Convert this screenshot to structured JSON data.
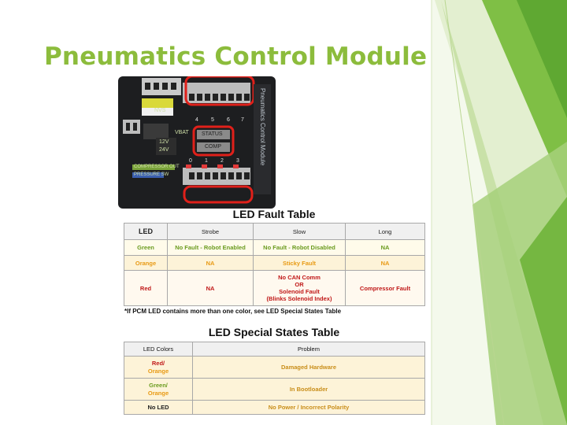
{
  "slide": {
    "title": "Pneumatics Control Module"
  },
  "pcm_photo": {
    "side_label": "Pneumatics Control Module",
    "labels": [
      "VBAT",
      "12V",
      "24V",
      "STATUS",
      "COMP",
      "COMPRESSOR OUT",
      "PRESSURE SW",
      "NVS",
      "0",
      "1",
      "2",
      "3",
      "4",
      "5",
      "6",
      "7"
    ]
  },
  "fault_table": {
    "title": "LED Fault Table",
    "headers": [
      "LED",
      "Strobe",
      "Slow",
      "Long"
    ],
    "rows": [
      {
        "led": "Green",
        "strobe": "No Fault - Robot Enabled",
        "slow": "No Fault - Robot Disabled",
        "long": "NA"
      },
      {
        "led": "Orange",
        "strobe": "NA",
        "slow": "Sticky Fault",
        "long": "NA"
      },
      {
        "led": "Red",
        "strobe": "NA",
        "slow_lines": [
          "No CAN Comm",
          "OR",
          "Solenoid Fault",
          "(Blinks Solenoid Index)"
        ],
        "long": "Compressor Fault"
      }
    ],
    "footnote": "*If PCM LED contains more than one color, see LED Special States Table"
  },
  "special_table": {
    "title": "LED Special States Table",
    "headers": [
      "LED Colors",
      "Problem"
    ],
    "rows": [
      {
        "color_lines": [
          "Red/",
          "Orange"
        ],
        "problem": "Damaged Hardware"
      },
      {
        "color_lines": [
          "Green/",
          "Orange"
        ],
        "problem": "In Bootloader"
      },
      {
        "color_lines": [
          "No LED"
        ],
        "problem": "No Power / Incorrect Polarity"
      }
    ]
  },
  "colors": {
    "title": "#8cbc3c",
    "accent_green": "#8cbc3c",
    "red_outline": "#e0201a",
    "green_led": "#6a9b1e",
    "orange_led": "#e89a14",
    "red_led": "#c01818"
  }
}
